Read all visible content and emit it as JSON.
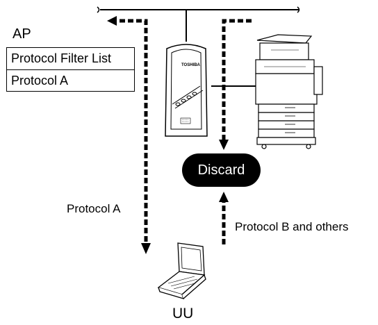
{
  "nodes": {
    "ap": {
      "label": "AP"
    },
    "discard": {
      "label": "Discard"
    },
    "uu": {
      "label": "UU"
    },
    "toshiba_device": {
      "brand_text": "TOSHIBA"
    }
  },
  "filter_table": {
    "header": "Protocol Filter List",
    "rows": [
      "Protocol A"
    ]
  },
  "flows": {
    "protocol_a": {
      "label": "Protocol A"
    },
    "protocol_b": {
      "label": "Protocol B and others"
    }
  },
  "colors": {
    "line": "#000000",
    "discard_bg": "#000000",
    "discard_text": "#ffffff"
  }
}
